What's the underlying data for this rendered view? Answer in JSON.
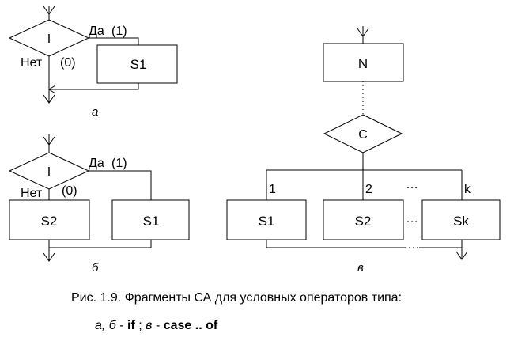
{
  "fig_a": {
    "condition": "I",
    "yes_label": "Да",
    "yes_code": "(1)",
    "no_label": "Нет",
    "no_code": "(0)",
    "block": "S1",
    "sublabel": "а"
  },
  "fig_b": {
    "condition": "I",
    "yes_label": "Да",
    "yes_code": "(1)",
    "no_label": "Нет",
    "no_code": "(0)",
    "block_left": "S2",
    "block_right": "S1",
    "sublabel": "б"
  },
  "fig_c": {
    "top_block": "N",
    "condition": "C",
    "branch_labels": [
      "1",
      "2",
      "k"
    ],
    "blocks": [
      "S1",
      "S2",
      "Sk"
    ],
    "dots": "…",
    "sublabel": "в"
  },
  "caption": "Рис. 1.9. Фрагменты СА для условных операторов типа:",
  "legend": {
    "ab": "а, б",
    "dash1": " - ",
    "if_kw": "if",
    "sep": " ; ",
    "v": "в",
    "dash2": " - ",
    "case_kw": "case .. of"
  }
}
